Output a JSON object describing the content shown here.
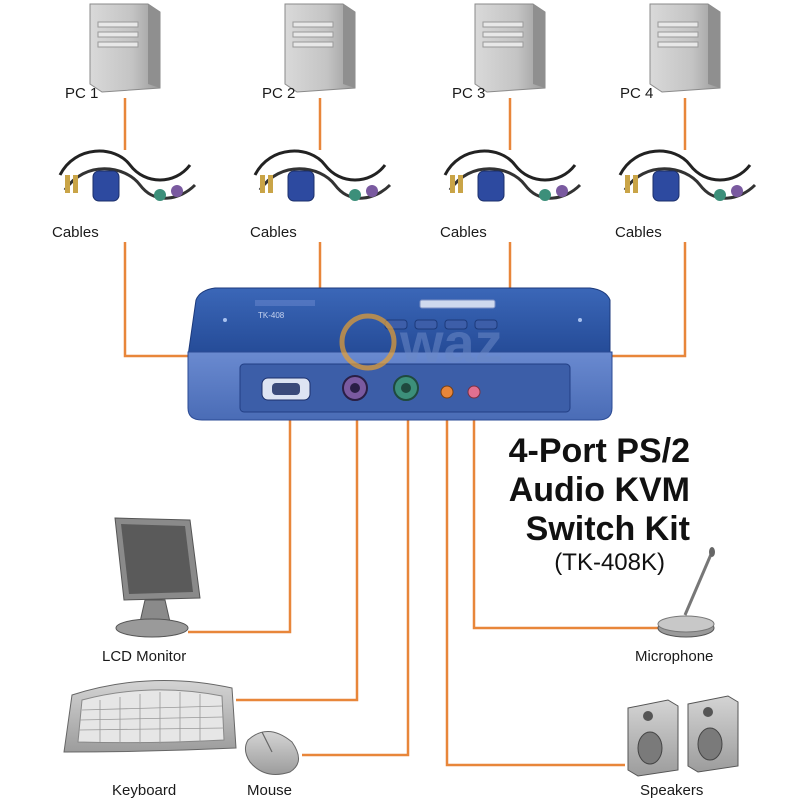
{
  "colors": {
    "wire": "#e8863a",
    "switch_body": "#2f58a8",
    "switch_front": "#5679c4",
    "device_gray": "#a8a8a8"
  },
  "pcs": [
    {
      "label": "PC 1"
    },
    {
      "label": "PC 2"
    },
    {
      "label": "PC 3"
    },
    {
      "label": "PC 4"
    }
  ],
  "cables": [
    {
      "label": "Cables"
    },
    {
      "label": "Cables"
    },
    {
      "label": "Cables"
    },
    {
      "label": "Cables"
    }
  ],
  "product": {
    "title_lines": [
      "4-Port PS/2",
      "Audio KVM",
      "Switch Kit"
    ],
    "model": "(TK-408K)"
  },
  "switch": {
    "badge": "TK-408"
  },
  "watermark": "waz",
  "peripherals": {
    "monitor": "LCD Monitor",
    "keyboard": "Keyboard",
    "mouse": "Mouse",
    "microphone": "Microphone",
    "speakers": "Speakers"
  }
}
